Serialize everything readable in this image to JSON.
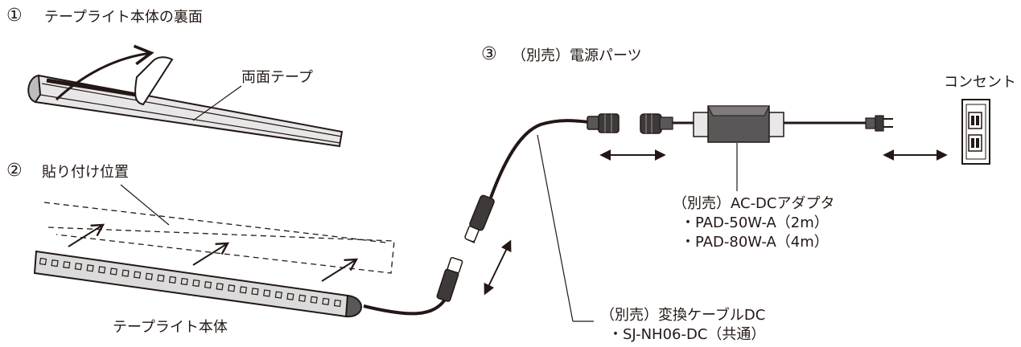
{
  "labels": {
    "step1_marker": "①",
    "step1_text": "テープライト本体の裏面",
    "double_tape": "両面テープ",
    "step2_marker": "②",
    "step2_text": "貼り付け位置",
    "tape_light_body": "テープライト本体",
    "step3_marker": "③",
    "step3_text": "（別売）電源パーツ",
    "outlet": "コンセント",
    "adapter_title": "（別売）AC-DCアダプタ",
    "adapter_models": [
      "・PAD-50W-A（2m）",
      "・PAD-80W-A（4m）"
    ],
    "cable_title": "（別売）変換ケーブルDC",
    "cable_model": "・SJ-NH06-DC（共通）"
  },
  "colors": {
    "ink": "#231815",
    "dark_fill": "#3e3a39",
    "mid_fill": "#6b6766",
    "light_fill": "#d9d8d8"
  }
}
